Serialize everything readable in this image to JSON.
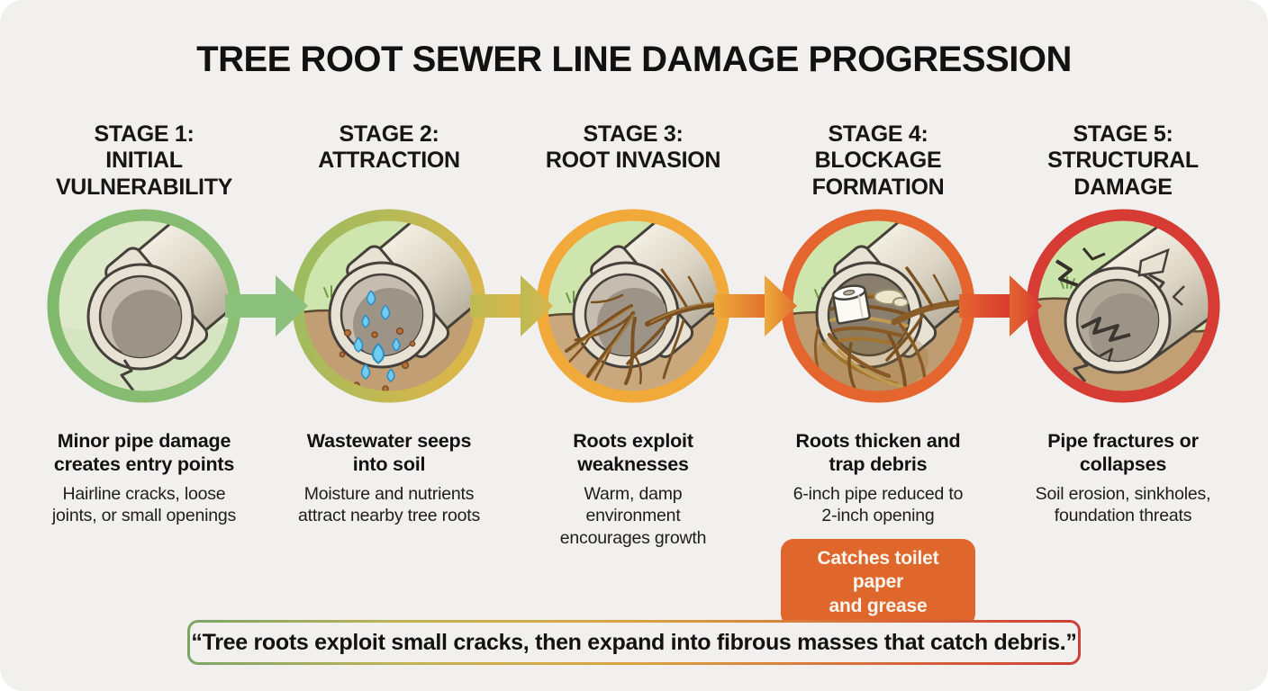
{
  "title": "TREE ROOT SEWER LINE DAMAGE PROGRESSION",
  "stages": [
    {
      "heading": "STAGE 1:\nINITIAL\nVULNERABILITY",
      "caption_bold": "Minor pipe damage\ncreates entry points",
      "caption_detail": "Hairline cracks, loose\njoints, or small openings",
      "ring_colors": [
        "#7fb86b",
        "#8abf75"
      ],
      "illustration": "pipe-with-hairline-crack"
    },
    {
      "heading": "STAGE 2:\nATTRACTION",
      "caption_bold": "Wastewater seeps\ninto soil",
      "caption_detail": "Moisture and nutrients\nattract nearby tree roots",
      "ring_colors": [
        "#97bd62",
        "#d8b64a"
      ],
      "illustration": "pipe-leaking-water-into-soil"
    },
    {
      "heading": "STAGE 3:\nROOT INVASION",
      "caption_bold": "Roots exploit\nweaknesses",
      "caption_detail": "Warm, damp\nenvironment\nencourages growth",
      "ring_colors": [
        "#f1a93a",
        "#f1a93a"
      ],
      "illustration": "roots-entering-pipe"
    },
    {
      "heading": "STAGE 4:\nBLOCKAGE\nFORMATION",
      "caption_bold": "Roots thicken and\ntrap debris",
      "caption_detail": "6-inch pipe reduced to\n2-inch opening",
      "ring_colors": [
        "#e4662e",
        "#e4662e"
      ],
      "illustration": "root-mass-with-toilet-paper"
    },
    {
      "heading": "STAGE 5:\nSTRUCTURAL\nDAMAGE",
      "caption_bold": "Pipe fractures or\ncollapses",
      "caption_detail": "Soil erosion, sinkholes,\nfoundation threats",
      "ring_colors": [
        "#d73c34",
        "#d73c34"
      ],
      "illustration": "fractured-collapsed-pipe"
    }
  ],
  "arrows": [
    {
      "from": "#8cc07d",
      "to": "#8cc07d"
    },
    {
      "from": "#bcbb54",
      "to": "#d9b44a"
    },
    {
      "from": "#ecaa3a",
      "to": "#e1702d"
    },
    {
      "from": "#e4652f",
      "to": "#d6382f"
    }
  ],
  "badge": {
    "label": "Catches toilet paper\nand grease",
    "color": "#e0672c"
  },
  "quote": {
    "text": "“Tree roots exploit small cracks, then expand into fibrous masses that catch debris.”",
    "border_colors": [
      "#7ba567",
      "#c3b352",
      "#d8703a",
      "#cc3f37"
    ]
  }
}
